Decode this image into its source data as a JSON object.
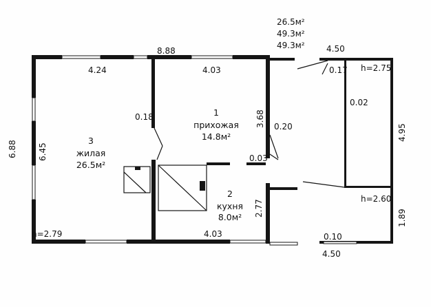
{
  "summary": {
    "living_area": "26.5м²",
    "total_area_1": "49.3м²",
    "total_area_2": "49.3м²"
  },
  "dimensions": {
    "top_length": "8.88",
    "top_left_seg": "4.24",
    "top_mid_seg": "4.03",
    "porch_width_top": "4.50",
    "porch_width_bottom": "4.50",
    "porch_length": "4.95",
    "porch_step": "1.89",
    "left_outer": "6.88",
    "left_inner": "6.45",
    "bottom_seg": "4.03",
    "partition_a": "0.18",
    "partition_b": "3.68",
    "partition_c": "0.20",
    "partition_d": "0.03",
    "kitchen_wall": "2.77",
    "porch_a": "0.17",
    "porch_b": "0.02",
    "porch_c": "0.10"
  },
  "heights": {
    "main": "h=2.79",
    "porch_top": "h=2.75",
    "porch_bottom": "h=2.60"
  },
  "rooms": [
    {
      "number": "1",
      "name": "прихожая",
      "area": "14.8м²"
    },
    {
      "number": "2",
      "name": "кухня",
      "area": "8.0м²"
    },
    {
      "number": "3",
      "name": "жилая",
      "area": "26.5м²"
    }
  ]
}
